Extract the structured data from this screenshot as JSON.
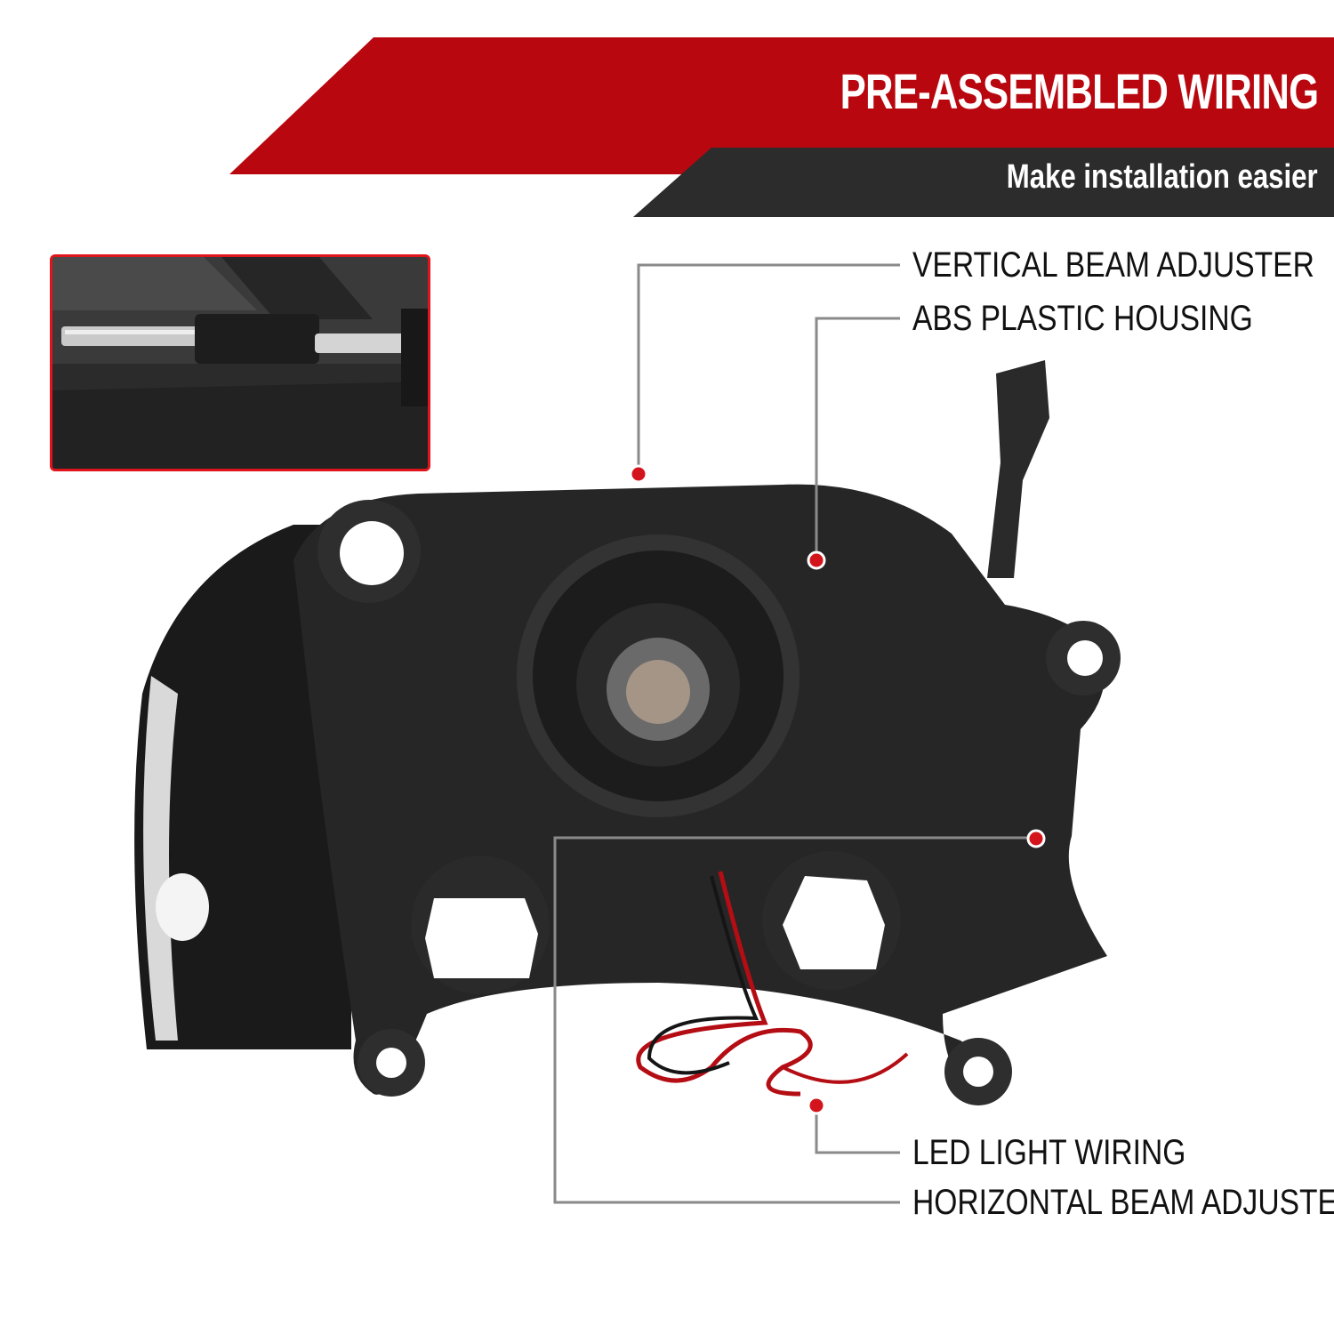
{
  "banner": {
    "title": "PRE-ASSEMBLED WIRING",
    "subtitle": "Make installation easier",
    "accent_color": "#b8070e",
    "dark_color": "#2c2c2c"
  },
  "callouts": [
    {
      "label": "VERTICAL BEAM ADJUSTER"
    },
    {
      "label": "ABS PLASTIC HOUSING"
    },
    {
      "label": "LED LIGHT WIRING"
    },
    {
      "label": "HORIZONTAL BEAM ADJUSTER"
    }
  ],
  "inset": {
    "icon": "adjuster-screw-closeup"
  },
  "product": {
    "icon": "headlight-rear-view"
  }
}
